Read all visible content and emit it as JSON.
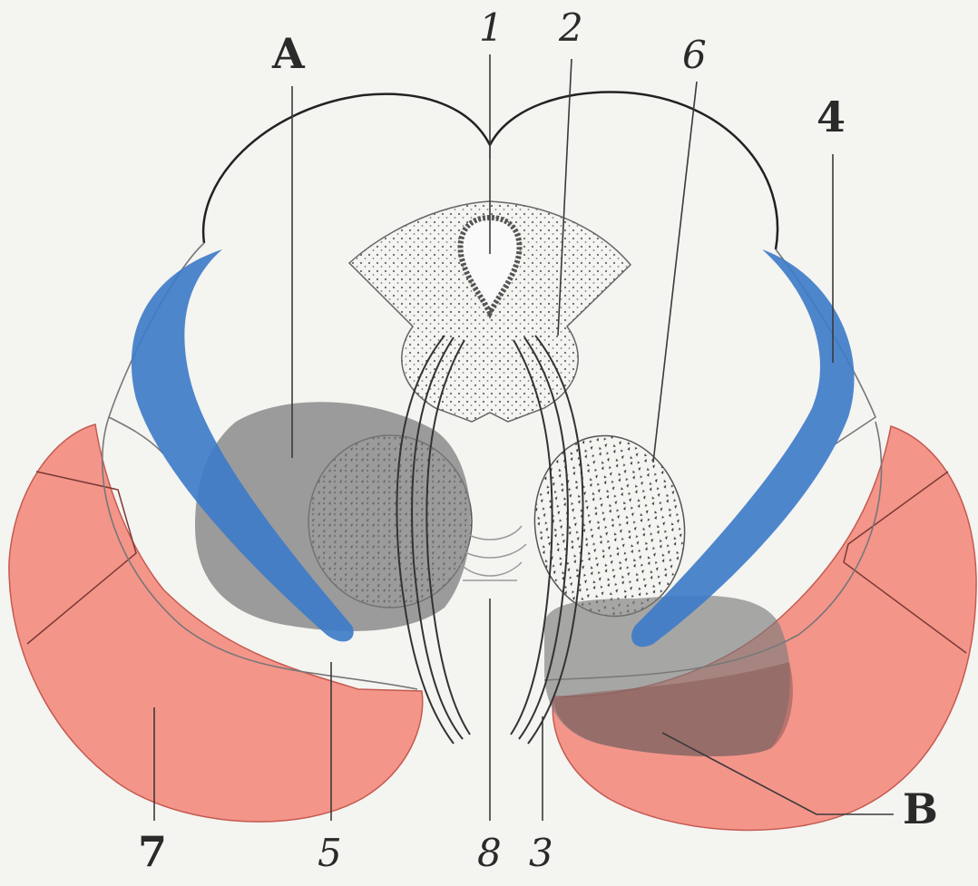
{
  "colors": {
    "background": "#f4f4f1",
    "blue": "#3f7cc9",
    "red": "#f4958a",
    "gray": "#7d7d7d",
    "dark_gray": "#8a5a55"
  },
  "labels": {
    "A": "A",
    "B": "B",
    "n1": "1",
    "n2": "2",
    "n3": "3",
    "n4": "4",
    "n5": "5",
    "n6": "6",
    "n7": "7",
    "n8": "8"
  }
}
